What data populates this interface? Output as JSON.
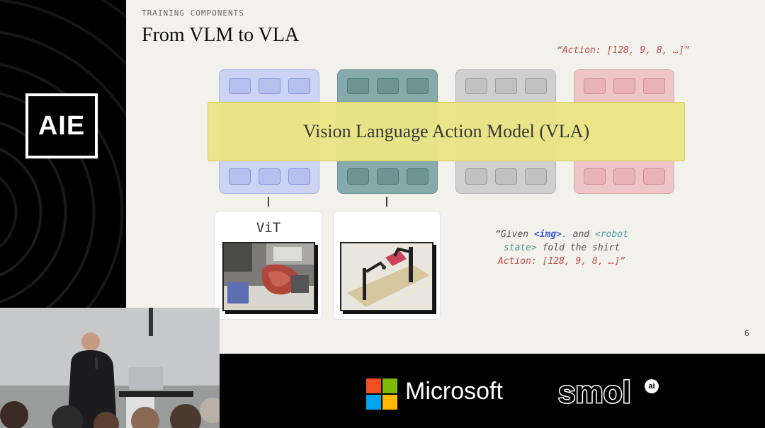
{
  "logo": {
    "text": "AIE"
  },
  "slide": {
    "eyebrow": "TRAINING COMPONENTS",
    "title": "From VLM to VLA",
    "action_top": "“Action: [128, 9, 8, …]”",
    "model_label": "Vision Language Action Model (VLA)",
    "vit_label": "ViT",
    "prompt": {
      "p1": "“Given ",
      "img": "<img>",
      "p2": ". and ",
      "robot": "<robot state>",
      "p3": " fold the shirt",
      "action": "Action: [128, 9, 8, …]”"
    },
    "page_number": "6"
  },
  "sponsors": {
    "microsoft": "Microsoft",
    "smol": "smol",
    "smol_badge": "ai"
  },
  "colors": {
    "ms_red": "#f25022",
    "ms_green": "#7fba00",
    "ms_blue": "#00a4ef",
    "ms_yellow": "#ffb900"
  }
}
